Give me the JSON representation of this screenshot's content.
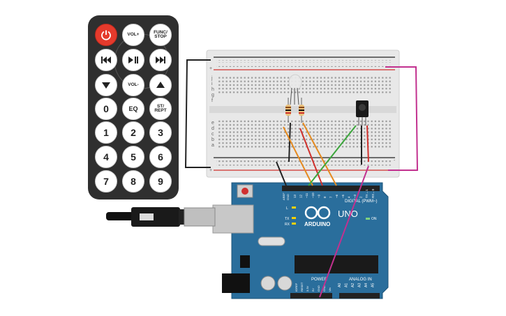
{
  "remote": {
    "buttons": [
      {
        "id": "power",
        "label": "",
        "icon": "power-icon"
      },
      {
        "id": "vol-up",
        "label": "VOL+"
      },
      {
        "id": "func-stop",
        "label": "FUNC/\nSTOP"
      },
      {
        "id": "rewind",
        "label": "",
        "icon": "rewind-icon"
      },
      {
        "id": "play-pause",
        "label": "",
        "icon": "play-pause-icon"
      },
      {
        "id": "fast-forward",
        "label": "",
        "icon": "fast-forward-icon"
      },
      {
        "id": "down",
        "label": "",
        "icon": "triangle-down-icon"
      },
      {
        "id": "vol-down",
        "label": "VOL-"
      },
      {
        "id": "up",
        "label": "",
        "icon": "triangle-up-icon"
      },
      {
        "id": "zero",
        "label": "0"
      },
      {
        "id": "eq",
        "label": "EQ"
      },
      {
        "id": "st-rept",
        "label": "ST/\nREPT"
      },
      {
        "id": "one",
        "label": "1"
      },
      {
        "id": "two",
        "label": "2"
      },
      {
        "id": "three",
        "label": "3"
      },
      {
        "id": "four",
        "label": "4"
      },
      {
        "id": "five",
        "label": "5"
      },
      {
        "id": "six",
        "label": "6"
      },
      {
        "id": "seven",
        "label": "7"
      },
      {
        "id": "eight",
        "label": "8"
      },
      {
        "id": "nine",
        "label": "9"
      }
    ]
  },
  "arduino": {
    "brand": "ARDUINO",
    "model": "UNO",
    "digital_label": "DIGITAL (PWM~)",
    "analog_label": "ANALOG IN",
    "power_label": "POWER",
    "on_label": "ON",
    "l_label": "L",
    "tx_label": "TX",
    "rx_label": "RX",
    "aref": "AREF",
    "gnd": "GND",
    "digital_pins": [
      "13",
      "12",
      "~11",
      "~10",
      "~9",
      "8",
      "7",
      "~6",
      "~5",
      "4",
      "~3",
      "2",
      "TX→1",
      "RX←0"
    ],
    "power_pins": [
      "IOREF",
      "RESET",
      "3.3V",
      "5V",
      "GND",
      "GND",
      "Vin"
    ],
    "analog_pins": [
      "A0",
      "A1",
      "A2",
      "A3",
      "A4",
      "A5"
    ]
  },
  "breadboard": {
    "rail_plus": "+",
    "rail_minus": "-",
    "row_letters_top": [
      "j",
      "i",
      "h",
      "g",
      "f"
    ],
    "row_letters_bottom": [
      "e",
      "d",
      "c",
      "b",
      "a"
    ]
  },
  "colors": {
    "board": "#2a6e9c",
    "remote_body": "#2f2f2f",
    "power_btn": "#e53a2c",
    "wire_black": "#222222",
    "wire_red": "#d0312d",
    "wire_orange": "#e58a1f",
    "wire_green": "#3ca63c",
    "wire_magenta": "#c2318f"
  }
}
